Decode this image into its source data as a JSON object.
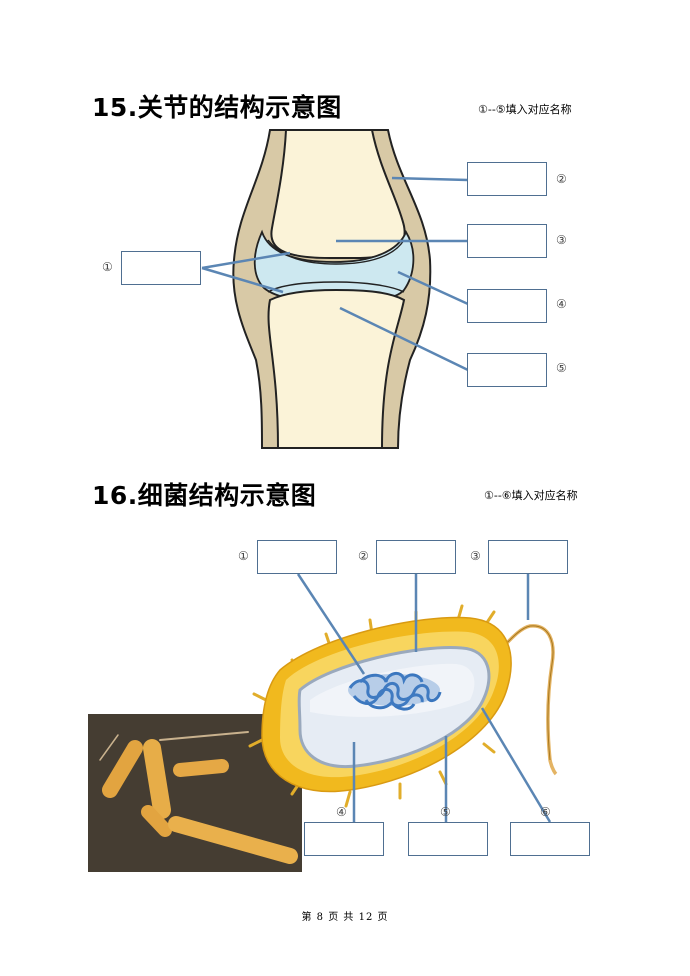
{
  "section15": {
    "title": "15.关节的结构示意图",
    "instruction": "①--⑤填入对应名称",
    "labels": [
      "①",
      "②",
      "③",
      "④",
      "⑤"
    ]
  },
  "section16": {
    "title": "16.细菌结构示意图",
    "instruction": "①--⑥填入对应名称",
    "labels": [
      "①",
      "②",
      "③",
      "④",
      "⑤",
      "⑥"
    ]
  },
  "footer": {
    "page_text": "第 8 页 共 12 页"
  },
  "colors": {
    "leader_line": "#5b86b4",
    "box_border": "#4f6f91",
    "bone": "#fbf3d8",
    "capsule": "#d8c9a6",
    "cartilage": "#cde8f0",
    "bacterium_wall": "#f1b91e",
    "cytoplasm": "#e6ecf4",
    "nucleoid": "#4a84c8"
  }
}
